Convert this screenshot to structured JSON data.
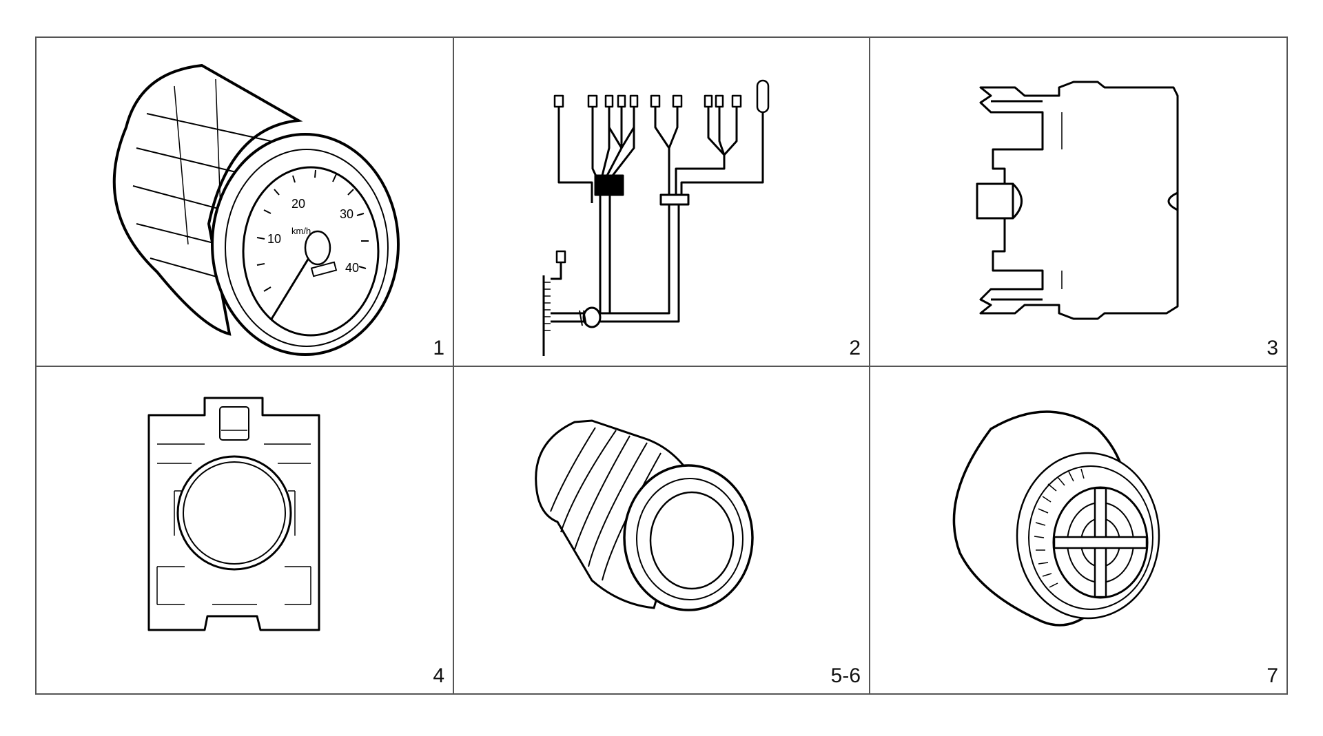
{
  "figure": {
    "parts": [
      {
        "label": "1",
        "depicts": "gauge-instrument"
      },
      {
        "label": "2",
        "depicts": "wiring-harness"
      },
      {
        "label": "3",
        "depicts": "contact-block"
      },
      {
        "label": "4",
        "depicts": "mounting-adapter"
      },
      {
        "label": "5-6",
        "depicts": "indicator-lamp"
      },
      {
        "label": "7",
        "depicts": "buzzer"
      }
    ],
    "gauge_dial": {
      "scale_numbers": [
        "10",
        "20",
        "30",
        "40"
      ],
      "dial_text": "km/h"
    }
  }
}
